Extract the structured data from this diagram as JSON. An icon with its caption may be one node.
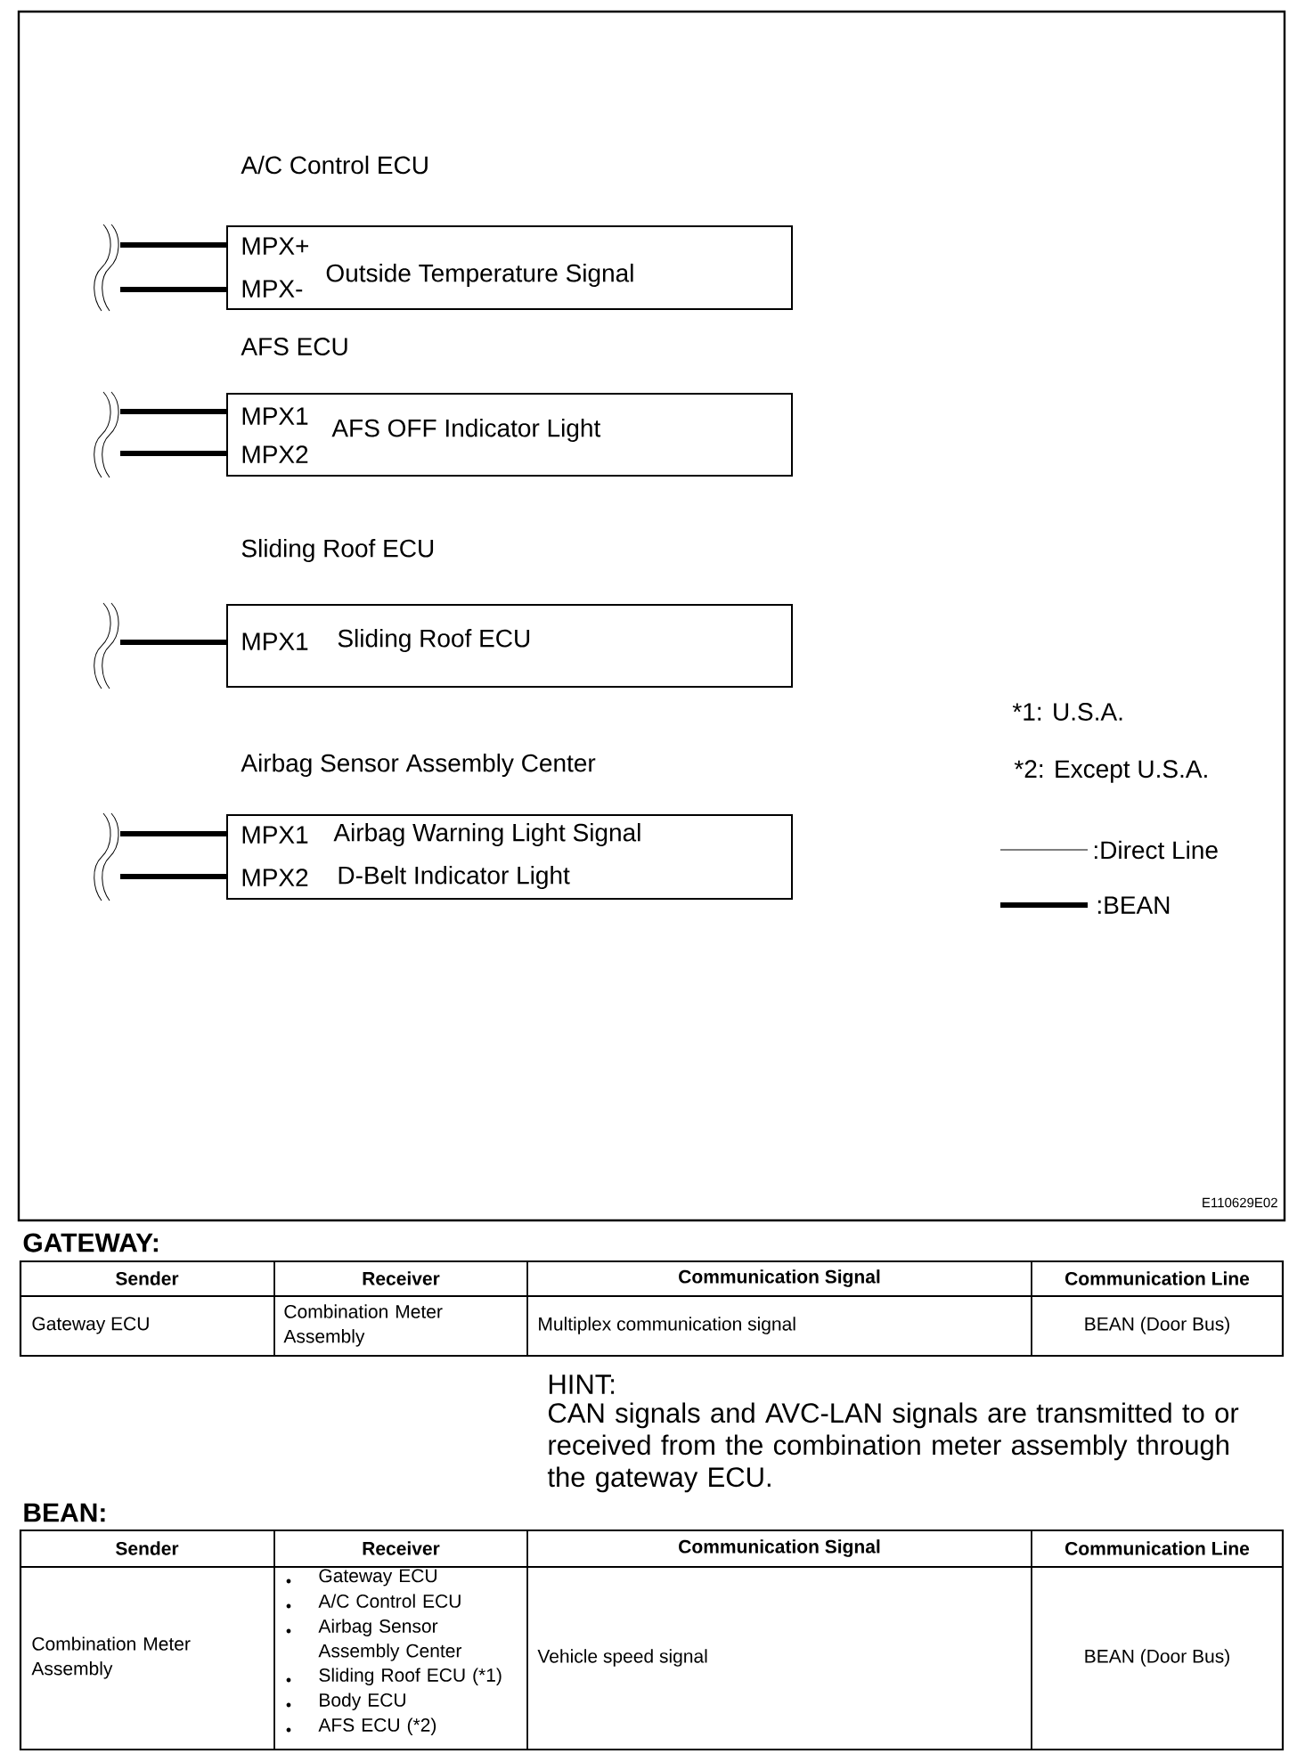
{
  "diagram": {
    "nodes": [
      {
        "text": [
          "A/C Control ECU",
          "MPX+",
          "MPX-",
          "Outside Temperature Signal"
        ]
      },
      {
        "text": [
          "AFS ECU",
          "MPX1",
          "MPX2",
          "AFS OFF Indicator Light"
        ]
      },
      {
        "text": [
          "Sliding Roof ECU",
          "MPX1",
          "Sliding Roof ECU"
        ]
      },
      {
        "text": [
          "Airbag Sensor Assembly Center",
          "MPX1",
          "Airbag Warning Light Signal",
          "MPX2",
          "D-Belt Indicator Light"
        ]
      }
    ],
    "edges": [
      {
        "from": null,
        "to": 0,
        "arrow": "none"
      },
      {
        "from": null,
        "to": 0,
        "arrow": "none"
      },
      {
        "from": null,
        "to": 1,
        "arrow": "none"
      },
      {
        "from": null,
        "to": 1,
        "arrow": "none"
      },
      {
        "from": null,
        "to": 2,
        "arrow": "none"
      },
      {
        "from": null,
        "to": 3,
        "arrow": "none"
      },
      {
        "from": null,
        "to": 3,
        "arrow": "none"
      }
    ],
    "labels": [
      "*1: U.S.A.",
      "*2: Except U.S.A.",
      "E110629E02",
      "GATEWAY:",
      "Sender",
      "Receiver",
      "Communication Signal",
      "Communication Line",
      "Gateway ECU",
      "Combination Meter Assembly",
      "Multiplex communication signal",
      "BEAN (Door Bus)",
      "HINT:",
      "CAN signals and AVC-LAN signals are transmitted to or received from the combination meter assembly through the gateway ECU.",
      "BEAN:",
      "Sender",
      "Receiver",
      "Communication Signal",
      "Communication Line",
      "Combination Meter Assembly",
      "Gateway ECU",
      "A/C Control ECU",
      "Airbag Sensor Assembly Center",
      "Sliding Roof ECU (*1)",
      "Body ECU",
      "AFS ECU (*2)",
      "Vehicle speed signal",
      "BEAN (Door Bus)"
    ],
    "legend": [
      {
        "text": ":Direct Line"
      },
      {
        "text": ":BEAN"
      }
    ]
  }
}
